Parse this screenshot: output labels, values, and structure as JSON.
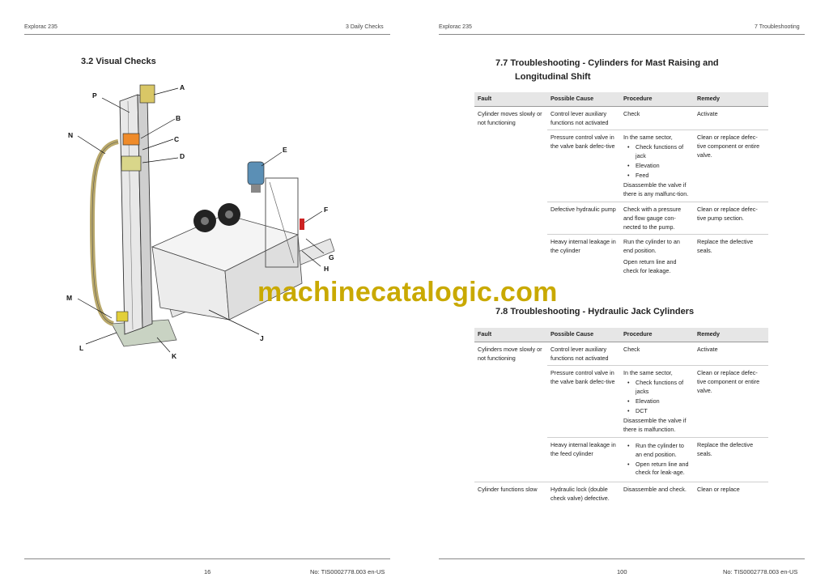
{
  "left_page": {
    "header_left": "Explorac 235",
    "header_right": "3 Daily Checks",
    "section_title": "3.2 Visual Checks",
    "callouts": [
      "A",
      "B",
      "C",
      "D",
      "E",
      "F",
      "G",
      "H",
      "J",
      "K",
      "L",
      "M",
      "N",
      "P"
    ],
    "page_number": "16",
    "doc_number": "No: TIS0002778.003 en-US"
  },
  "right_page": {
    "header_left": "Explorac 235",
    "header_right": "7 Troubleshooting",
    "page_number": "100",
    "doc_number": "No: TIS0002778.003 en-US",
    "section_7_7": {
      "title_line1": "7.7 Troubleshooting - Cylinders for Mast Raising and",
      "title_line2": "Longitudinal Shift",
      "headers": [
        "Fault",
        "Possible Cause",
        "Procedure",
        "Remedy"
      ],
      "rows": [
        {
          "fault": "Cylinder moves slowly or not functioning",
          "cause": "Control lever auxiliary functions not activated",
          "procedure": "Check",
          "remedy": "Activate"
        },
        {
          "fault": "",
          "cause": "Pressure control valve in the valve bank defec-tive",
          "procedure_intro": "In the same sector,",
          "procedure_items": [
            "Check functions of jack",
            "Elevation",
            "Feed"
          ],
          "procedure_outro": "Disassemble the valve if there is any malfunc-tion.",
          "remedy": "Clean or replace defec-tive component or entire valve."
        },
        {
          "fault": "",
          "cause": "Defective hydraulic pump",
          "procedure": "Check with a pressure and flow gauge con-nected to the pump.",
          "remedy": "Clean or replace defec-tive pump section."
        },
        {
          "fault": "",
          "cause": "Heavy internal leakage in the cylinder",
          "procedure": "Run the cylinder to an end position.",
          "procedure2": "Open return line and check for leakage.",
          "remedy": "Replace the defective seals."
        }
      ]
    },
    "section_7_8": {
      "title": "7.8 Troubleshooting - Hydraulic Jack Cylinders",
      "headers": [
        "Fault",
        "Possible Cause",
        "Procedure",
        "Remedy"
      ],
      "rows": [
        {
          "fault": "Cylinders move slowly or not functioning",
          "cause": "Control lever auxiliary functions not activated",
          "procedure": "Check",
          "remedy": "Activate"
        },
        {
          "fault": "",
          "cause": "Pressure control valve in the valve bank defec-tive",
          "procedure_intro": "In the same sector,",
          "procedure_items": [
            "Check functions of jacks",
            "Elevation",
            "DCT"
          ],
          "procedure_outro": "Disassemble the valve if there is malfunction.",
          "remedy": "Clean or replace defec-tive component or entire valve."
        },
        {
          "fault": "",
          "cause": "Heavy internal leakage in the feed cylinder",
          "procedure_items": [
            "Run the cylinder to an end position.",
            "Open return line and check for leak-age."
          ],
          "remedy": "Replace the defective seals."
        },
        {
          "fault": "Cylinder functions slow",
          "cause": "Hydraulic lock (double check valve) defective.",
          "procedure": "Disassemble and check.",
          "remedy": "Clean or replace"
        }
      ]
    }
  },
  "watermark": "machinecatalogic.com"
}
